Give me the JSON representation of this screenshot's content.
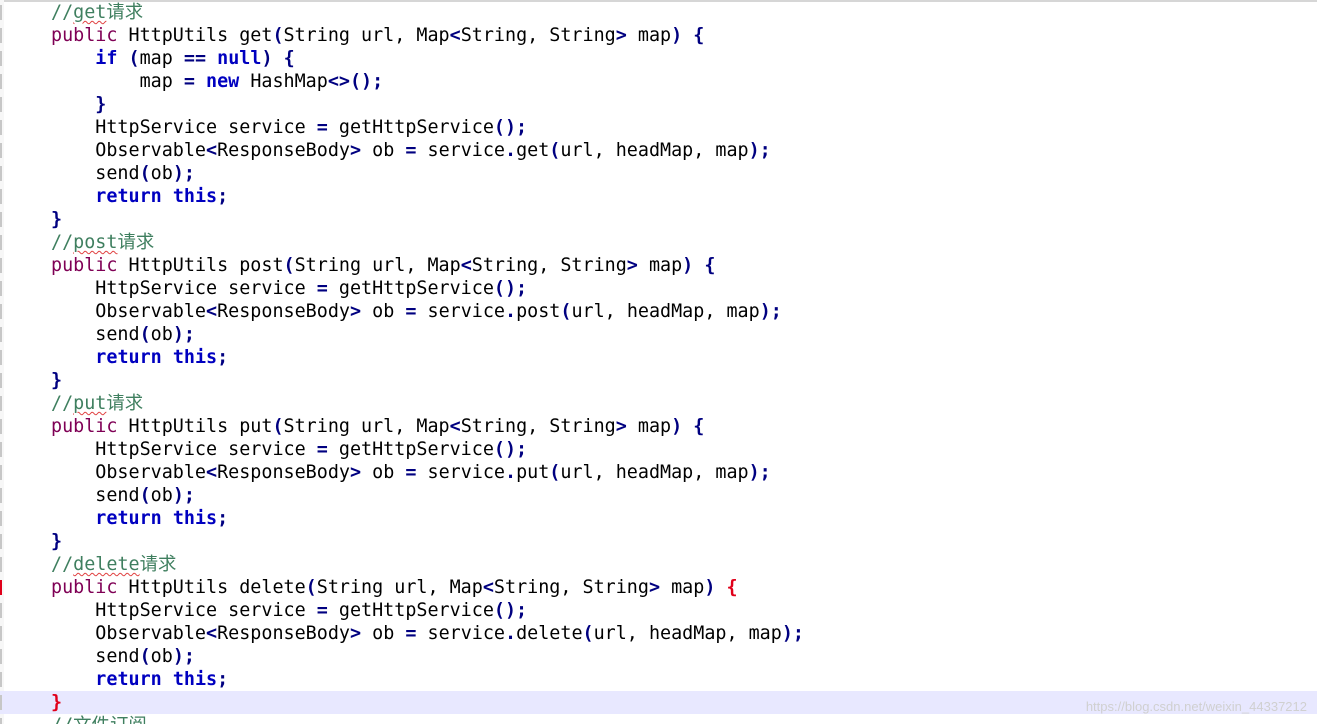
{
  "editor": {
    "lines": [
      {
        "segs": [
          {
            "t": "//",
            "c": "t-com"
          },
          {
            "t": "get",
            "c": "t-com squig"
          },
          {
            "t": "请",
            "c": "t-com cjk"
          },
          {
            "t": "求",
            "c": "t-com bold"
          }
        ]
      },
      {
        "segs": [
          {
            "t": "public",
            "c": "t-kwp"
          },
          {
            "t": " HttpUtils get",
            "c": "t-plain"
          },
          {
            "t": "(",
            "c": "t-brace"
          },
          {
            "t": "String url, Map",
            "c": "t-plain"
          },
          {
            "t": "<",
            "c": "t-op"
          },
          {
            "t": "String, String",
            "c": "t-plain"
          },
          {
            "t": ">",
            "c": "t-op"
          },
          {
            "t": " map",
            "c": "t-plain"
          },
          {
            "t": ")",
            "c": "t-brace"
          },
          {
            "t": " ",
            "c": "t-plain"
          },
          {
            "t": "{",
            "c": "t-brace"
          }
        ]
      },
      {
        "segs": [
          {
            "t": "    ",
            "c": "t-plain"
          },
          {
            "t": "if",
            "c": "t-kw"
          },
          {
            "t": " ",
            "c": "t-plain"
          },
          {
            "t": "(",
            "c": "t-brace"
          },
          {
            "t": "map ",
            "c": "t-plain"
          },
          {
            "t": "==",
            "c": "t-op"
          },
          {
            "t": " ",
            "c": "t-plain"
          },
          {
            "t": "null",
            "c": "t-kw"
          },
          {
            "t": ")",
            "c": "t-brace"
          },
          {
            "t": " ",
            "c": "t-plain"
          },
          {
            "t": "{",
            "c": "t-brace"
          }
        ]
      },
      {
        "segs": [
          {
            "t": "        map ",
            "c": "t-plain"
          },
          {
            "t": "=",
            "c": "t-op"
          },
          {
            "t": " ",
            "c": "t-plain"
          },
          {
            "t": "new",
            "c": "t-kw"
          },
          {
            "t": " HashMap",
            "c": "t-plain"
          },
          {
            "t": "<>();",
            "c": "t-op"
          }
        ]
      },
      {
        "segs": [
          {
            "t": "    ",
            "c": "t-plain"
          },
          {
            "t": "}",
            "c": "t-brace"
          }
        ]
      },
      {
        "segs": [
          {
            "t": "    HttpService service ",
            "c": "t-plain"
          },
          {
            "t": "=",
            "c": "t-op"
          },
          {
            "t": " getHttpService",
            "c": "t-plain"
          },
          {
            "t": "();",
            "c": "t-op"
          }
        ]
      },
      {
        "segs": [
          {
            "t": "    Observable",
            "c": "t-plain"
          },
          {
            "t": "<",
            "c": "t-op"
          },
          {
            "t": "ResponseBody",
            "c": "t-plain"
          },
          {
            "t": ">",
            "c": "t-op"
          },
          {
            "t": " ob ",
            "c": "t-plain"
          },
          {
            "t": "=",
            "c": "t-op"
          },
          {
            "t": " service",
            "c": "t-plain"
          },
          {
            "t": ".",
            "c": "t-op"
          },
          {
            "t": "get",
            "c": "t-plain"
          },
          {
            "t": "(",
            "c": "t-brace"
          },
          {
            "t": "url, headMap, map",
            "c": "t-plain"
          },
          {
            "t": ");",
            "c": "t-op"
          }
        ]
      },
      {
        "segs": [
          {
            "t": "    send",
            "c": "t-plain"
          },
          {
            "t": "(",
            "c": "t-brace"
          },
          {
            "t": "ob",
            "c": "t-plain"
          },
          {
            "t": ");",
            "c": "t-op"
          }
        ]
      },
      {
        "segs": [
          {
            "t": "    ",
            "c": "t-plain"
          },
          {
            "t": "return",
            "c": "t-kw"
          },
          {
            "t": " ",
            "c": "t-plain"
          },
          {
            "t": "this",
            "c": "t-kw"
          },
          {
            "t": ";",
            "c": "t-op"
          }
        ]
      },
      {
        "segs": [
          {
            "t": "}",
            "c": "t-brace"
          }
        ]
      },
      {
        "segs": [
          {
            "t": "//",
            "c": "t-com"
          },
          {
            "t": "post",
            "c": "t-com squig"
          },
          {
            "t": "请",
            "c": "t-com cjk"
          },
          {
            "t": "求",
            "c": "t-com bold"
          }
        ]
      },
      {
        "segs": [
          {
            "t": "public",
            "c": "t-kwp"
          },
          {
            "t": " HttpUtils post",
            "c": "t-plain"
          },
          {
            "t": "(",
            "c": "t-brace"
          },
          {
            "t": "String url, Map",
            "c": "t-plain"
          },
          {
            "t": "<",
            "c": "t-op"
          },
          {
            "t": "String, String",
            "c": "t-plain"
          },
          {
            "t": ">",
            "c": "t-op"
          },
          {
            "t": " map",
            "c": "t-plain"
          },
          {
            "t": ")",
            "c": "t-brace"
          },
          {
            "t": " ",
            "c": "t-plain"
          },
          {
            "t": "{",
            "c": "t-brace"
          }
        ]
      },
      {
        "segs": [
          {
            "t": "    HttpService service ",
            "c": "t-plain"
          },
          {
            "t": "=",
            "c": "t-op"
          },
          {
            "t": " getHttpService",
            "c": "t-plain"
          },
          {
            "t": "();",
            "c": "t-op"
          }
        ]
      },
      {
        "segs": [
          {
            "t": "    Observable",
            "c": "t-plain"
          },
          {
            "t": "<",
            "c": "t-op"
          },
          {
            "t": "ResponseBody",
            "c": "t-plain"
          },
          {
            "t": ">",
            "c": "t-op"
          },
          {
            "t": " ob ",
            "c": "t-plain"
          },
          {
            "t": "=",
            "c": "t-op"
          },
          {
            "t": " service",
            "c": "t-plain"
          },
          {
            "t": ".",
            "c": "t-op"
          },
          {
            "t": "post",
            "c": "t-plain"
          },
          {
            "t": "(",
            "c": "t-brace"
          },
          {
            "t": "url, headMap, map",
            "c": "t-plain"
          },
          {
            "t": ");",
            "c": "t-op"
          }
        ]
      },
      {
        "segs": [
          {
            "t": "    send",
            "c": "t-plain"
          },
          {
            "t": "(",
            "c": "t-brace"
          },
          {
            "t": "ob",
            "c": "t-plain"
          },
          {
            "t": ");",
            "c": "t-op"
          }
        ]
      },
      {
        "segs": [
          {
            "t": "    ",
            "c": "t-plain"
          },
          {
            "t": "return",
            "c": "t-kw"
          },
          {
            "t": " ",
            "c": "t-plain"
          },
          {
            "t": "this",
            "c": "t-kw"
          },
          {
            "t": ";",
            "c": "t-op"
          }
        ]
      },
      {
        "segs": [
          {
            "t": "}",
            "c": "t-brace"
          }
        ]
      },
      {
        "segs": [
          {
            "t": "//",
            "c": "t-com"
          },
          {
            "t": "put",
            "c": "t-com squig"
          },
          {
            "t": "请",
            "c": "t-com cjk"
          },
          {
            "t": "求",
            "c": "t-com bold"
          }
        ]
      },
      {
        "segs": [
          {
            "t": "public",
            "c": "t-kwp"
          },
          {
            "t": " HttpUtils put",
            "c": "t-plain"
          },
          {
            "t": "(",
            "c": "t-brace"
          },
          {
            "t": "String url, Map",
            "c": "t-plain"
          },
          {
            "t": "<",
            "c": "t-op"
          },
          {
            "t": "String, String",
            "c": "t-plain"
          },
          {
            "t": ">",
            "c": "t-op"
          },
          {
            "t": " map",
            "c": "t-plain"
          },
          {
            "t": ")",
            "c": "t-brace"
          },
          {
            "t": " ",
            "c": "t-plain"
          },
          {
            "t": "{",
            "c": "t-brace"
          }
        ]
      },
      {
        "segs": [
          {
            "t": "    HttpService service ",
            "c": "t-plain"
          },
          {
            "t": "=",
            "c": "t-op"
          },
          {
            "t": " getHttpService",
            "c": "t-plain"
          },
          {
            "t": "();",
            "c": "t-op"
          }
        ]
      },
      {
        "segs": [
          {
            "t": "    Observable",
            "c": "t-plain"
          },
          {
            "t": "<",
            "c": "t-op"
          },
          {
            "t": "ResponseBody",
            "c": "t-plain"
          },
          {
            "t": ">",
            "c": "t-op"
          },
          {
            "t": " ob ",
            "c": "t-plain"
          },
          {
            "t": "=",
            "c": "t-op"
          },
          {
            "t": " service",
            "c": "t-plain"
          },
          {
            "t": ".",
            "c": "t-op"
          },
          {
            "t": "put",
            "c": "t-plain"
          },
          {
            "t": "(",
            "c": "t-brace"
          },
          {
            "t": "url, headMap, map",
            "c": "t-plain"
          },
          {
            "t": ");",
            "c": "t-op"
          }
        ]
      },
      {
        "segs": [
          {
            "t": "    send",
            "c": "t-plain"
          },
          {
            "t": "(",
            "c": "t-brace"
          },
          {
            "t": "ob",
            "c": "t-plain"
          },
          {
            "t": ");",
            "c": "t-op"
          }
        ]
      },
      {
        "segs": [
          {
            "t": "    ",
            "c": "t-plain"
          },
          {
            "t": "return",
            "c": "t-kw"
          },
          {
            "t": " ",
            "c": "t-plain"
          },
          {
            "t": "this",
            "c": "t-kw"
          },
          {
            "t": ";",
            "c": "t-op"
          }
        ]
      },
      {
        "segs": [
          {
            "t": "}",
            "c": "t-brace"
          }
        ]
      },
      {
        "segs": [
          {
            "t": "//",
            "c": "t-com"
          },
          {
            "t": "delete",
            "c": "t-com squig"
          },
          {
            "t": "请",
            "c": "t-com cjk"
          },
          {
            "t": "求",
            "c": "t-com bold"
          }
        ]
      },
      {
        "segs": [
          {
            "t": "public",
            "c": "t-kwp"
          },
          {
            "t": " HttpUtils delete",
            "c": "t-plain"
          },
          {
            "t": "(",
            "c": "t-brace"
          },
          {
            "t": "String url, Map",
            "c": "t-plain"
          },
          {
            "t": "<",
            "c": "t-op"
          },
          {
            "t": "String, String",
            "c": "t-plain"
          },
          {
            "t": ">",
            "c": "t-op"
          },
          {
            "t": " map",
            "c": "t-plain"
          },
          {
            "t": ")",
            "c": "t-brace"
          },
          {
            "t": " ",
            "c": "t-plain"
          },
          {
            "t": "{",
            "c": "t-red"
          }
        ],
        "marker": "err"
      },
      {
        "segs": [
          {
            "t": "    HttpService service ",
            "c": "t-plain"
          },
          {
            "t": "=",
            "c": "t-op"
          },
          {
            "t": " getHttpService",
            "c": "t-plain"
          },
          {
            "t": "();",
            "c": "t-op"
          }
        ]
      },
      {
        "segs": [
          {
            "t": "    Observable",
            "c": "t-plain"
          },
          {
            "t": "<",
            "c": "t-op"
          },
          {
            "t": "ResponseBody",
            "c": "t-plain"
          },
          {
            "t": ">",
            "c": "t-op"
          },
          {
            "t": " ob ",
            "c": "t-plain"
          },
          {
            "t": "=",
            "c": "t-op"
          },
          {
            "t": " service",
            "c": "t-plain"
          },
          {
            "t": ".",
            "c": "t-op"
          },
          {
            "t": "delete",
            "c": "t-plain"
          },
          {
            "t": "(",
            "c": "t-brace"
          },
          {
            "t": "url, headMap, map",
            "c": "t-plain"
          },
          {
            "t": ");",
            "c": "t-op"
          }
        ]
      },
      {
        "segs": [
          {
            "t": "    send",
            "c": "t-plain"
          },
          {
            "t": "(",
            "c": "t-brace"
          },
          {
            "t": "ob",
            "c": "t-plain"
          },
          {
            "t": ");",
            "c": "t-op"
          }
        ]
      },
      {
        "segs": [
          {
            "t": "    ",
            "c": "t-plain"
          },
          {
            "t": "return",
            "c": "t-kw"
          },
          {
            "t": " ",
            "c": "t-plain"
          },
          {
            "t": "this",
            "c": "t-kw"
          },
          {
            "t": ";",
            "c": "t-op"
          }
        ]
      },
      {
        "segs": [
          {
            "t": "}",
            "c": "t-red"
          }
        ],
        "current": true
      },
      {
        "segs": [
          {
            "t": "//",
            "c": "t-com"
          },
          {
            "t": "文件",
            "c": "t-com cjk"
          },
          {
            "t": "订阅",
            "c": "t-com cjk"
          }
        ]
      }
    ]
  },
  "watermark": "https://blog.csdn.net/weixin_44337212",
  "colors": {
    "keyword": "#0000c0",
    "public_keyword": "#7f0055",
    "comment": "#3f7f5f",
    "error_marker": "#e0001a",
    "current_line": "#e8e8ff"
  }
}
